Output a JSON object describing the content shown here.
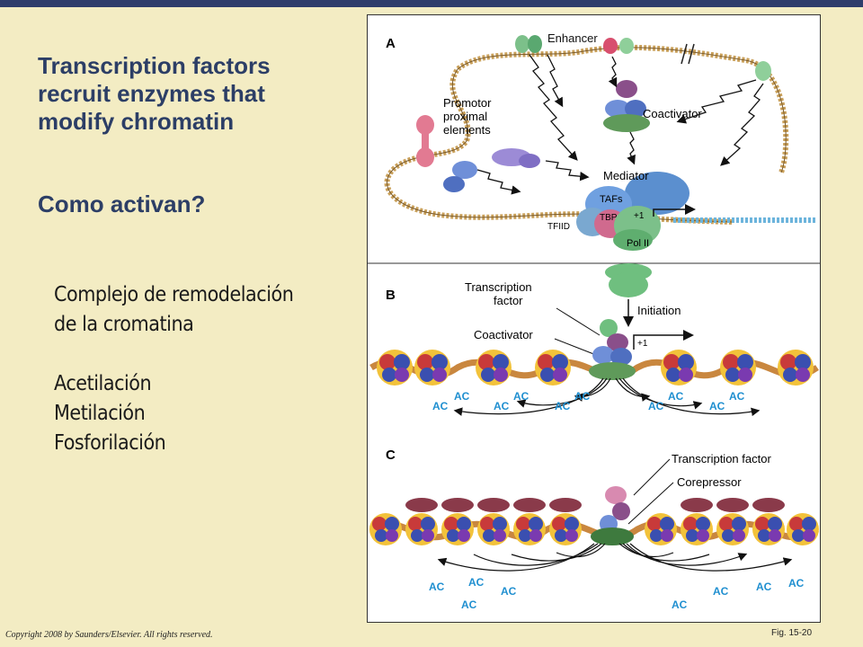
{
  "slide": {
    "title": "Transcription factors recruit enzymes that modify chromatin",
    "question": "Como activan?",
    "body": {
      "line1": "Complejo de remodelación",
      "line2": "de la cromatina",
      "line3": "Acetilación",
      "line4": "Metilación",
      "line5": "Fosforilación"
    },
    "copyright": "Copyright 2008 by Saunders/Elsevier. All rights reserved.",
    "fig_ref": "Fig. 15-20"
  },
  "figure": {
    "panel_a": {
      "letter": "A",
      "enhancer": "Enhancer",
      "promotor1": "Promotor",
      "promotor2": "proximal",
      "promotor3": "elements",
      "coactivator": "Coactivator",
      "mediator": "Mediator",
      "tafs": "TAFs",
      "tbp": "TBP",
      "tfiid": "TFIID",
      "plus1": "+1",
      "pol2": "Pol II"
    },
    "panel_b": {
      "letter": "B",
      "tf1": "Transcription",
      "tf2": "factor",
      "initiation": "Initiation",
      "coactivator": "Coactivator",
      "plus1": "+1",
      "ac": "AC"
    },
    "panel_c": {
      "letter": "C",
      "tf": "Transcription factor",
      "corepressor": "Corepressor",
      "ac": "AC"
    }
  },
  "colors": {
    "title": "#2c3e66",
    "topbar": "#2f3d6b",
    "background": "#f3ecc3",
    "ac_label": "#1f8fd0"
  }
}
